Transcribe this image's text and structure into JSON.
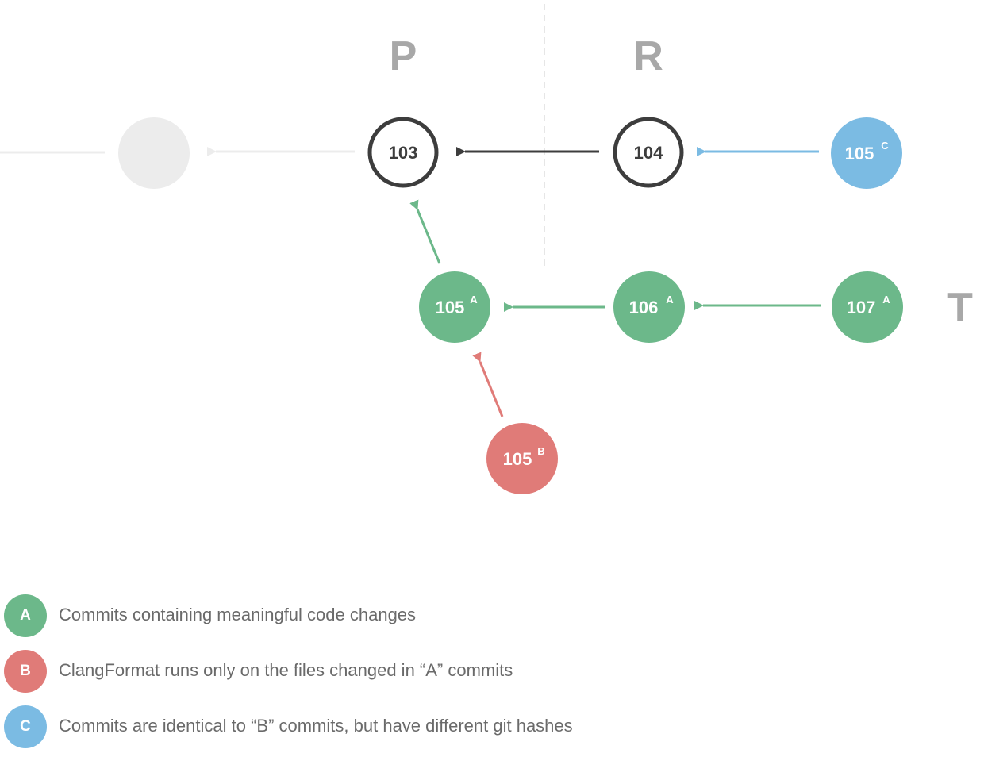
{
  "colors": {
    "green": "#6cb88a",
    "red": "#e07b78",
    "blue": "#7bbbe3",
    "dark": "#3d3d3d",
    "faded": "#ececec",
    "branch_label": "#a8a8a8"
  },
  "branch_labels": {
    "p": "P",
    "r": "R",
    "t": "T"
  },
  "nodes": {
    "n103": {
      "label": "103",
      "sup": ""
    },
    "n104": {
      "label": "104",
      "sup": ""
    },
    "n105c": {
      "label": "105",
      "sup": "C"
    },
    "n105a": {
      "label": "105",
      "sup": "A"
    },
    "n106a": {
      "label": "106",
      "sup": "A"
    },
    "n107a": {
      "label": "107",
      "sup": "A"
    },
    "n105b": {
      "label": "105",
      "sup": "B"
    }
  },
  "legend": [
    {
      "badge": "A",
      "text": "Commits containing meaningful code changes",
      "color": "green"
    },
    {
      "badge": "B",
      "text": "ClangFormat runs only on the files changed in “A” commits",
      "color": "red"
    },
    {
      "badge": "C",
      "text": "Commits are identical to “B” commits, but have different git hashes",
      "color": "blue"
    }
  ]
}
